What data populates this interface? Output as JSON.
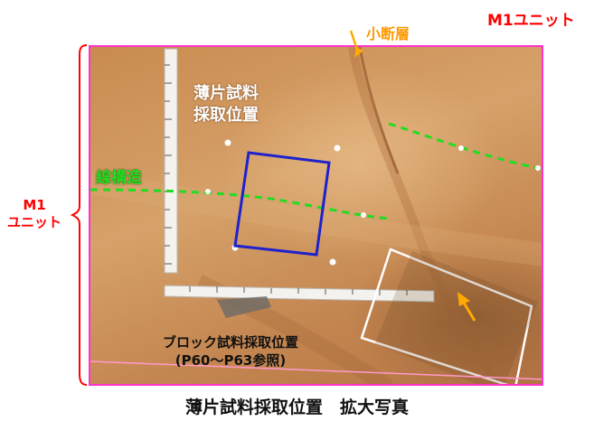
{
  "labels": {
    "unit_top_right": "M1ユニット",
    "unit_side_line1": "M1",
    "unit_side_line2": "ユニット",
    "small_fault": "小断層",
    "sample_position_line1": "薄片試料",
    "sample_position_line2": "採取位置",
    "lineament": "線構造",
    "block_line1": "ブロック試料採取位置",
    "block_line2": "(P60〜P63参照)",
    "caption": "薄片試料採取位置　拡大写真"
  },
  "colors": {
    "frame": "#ff33cc",
    "unit_text": "#ff0000",
    "fault_text": "#ff9900",
    "lineament": "#22dd22",
    "sample_box": "#1e22cc",
    "inset_box": "#ffffff",
    "arrow": "#ffaa00",
    "bracket": "#ff0000"
  }
}
